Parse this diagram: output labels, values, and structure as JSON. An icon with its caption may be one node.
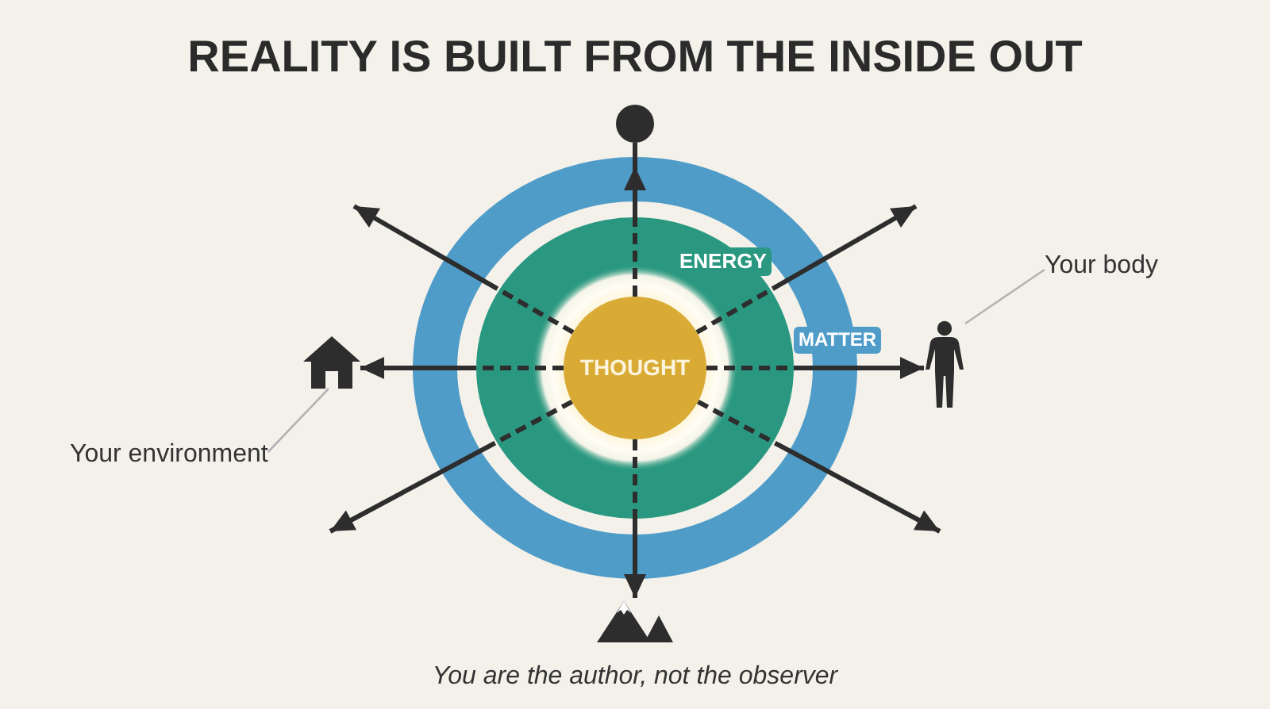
{
  "diagram": {
    "title": "REALITY IS BUILT FROM THE INSIDE OUT",
    "caption": "You are the author, not the observer",
    "nodes": [
      {
        "text": [
          "MATTER"
        ]
      },
      {
        "text": [
          "ENERGY"
        ],
        "in": 0
      },
      {
        "text": [
          "THOUGHT"
        ],
        "in": 1
      },
      {
        "text": [],
        "shape": "circle"
      },
      {
        "text": [
          "Your body"
        ]
      },
      {
        "text": [],
        "shape": "picture"
      },
      {
        "text": [],
        "shape": "person"
      },
      {
        "text": [
          "Your environment"
        ]
      },
      {
        "text": [],
        "shape": "picture"
      }
    ],
    "edges": [
      {
        "from": 2,
        "to": 3,
        "arrow": "to",
        "style": "dashed"
      },
      {
        "from": 2,
        "to": null,
        "arrow": "to",
        "style": "dashed"
      },
      {
        "from": 2,
        "to": 6,
        "arrow": "to",
        "style": "dashed"
      },
      {
        "from": 2,
        "to": null,
        "arrow": "to",
        "style": "dashed"
      },
      {
        "from": 2,
        "to": 8,
        "arrow": "to",
        "style": "dashed"
      },
      {
        "from": 2,
        "to": null,
        "arrow": "to",
        "style": "dashed"
      },
      {
        "from": 2,
        "to": 5,
        "arrow": "to",
        "style": "dashed"
      },
      {
        "from": 2,
        "to": null,
        "arrow": "to",
        "style": "dashed"
      },
      {
        "from": 4,
        "to": 6,
        "arrow": "none",
        "color": "#b3b3b3"
      },
      {
        "from": 7,
        "to": 5,
        "arrow": "none",
        "color": "#b3b3b3"
      }
    ]
  }
}
